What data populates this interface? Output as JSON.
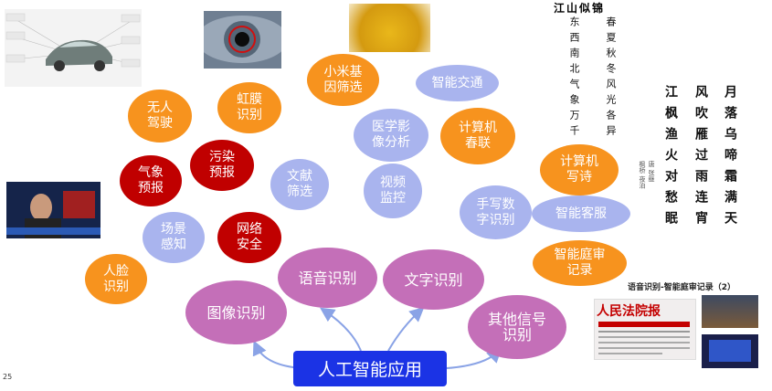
{
  "title": "人工智能应用",
  "page_number": "25",
  "categories": [
    "图像识别",
    "语音识别",
    "文字识别",
    "其他信号\n识别"
  ],
  "image_apps": [
    "人脸\n识别",
    "场景\n感知",
    "气象\n预报",
    "网络\n安全",
    "污染\n预报",
    "无人\n驾驶",
    "虹膜\n识别"
  ],
  "text_apps": [
    "文献\n筛选",
    "医学影\n像分析",
    "视频\n监控",
    "小米基\n因筛选",
    "智能交通",
    "计算机\n春联",
    "手写数\n字识别",
    "智能客服",
    "计算机\n写诗",
    "智能庭审\n记录"
  ],
  "poem_left": {
    "title": "江山似锦",
    "lines": [
      "东西南北气象万千",
      "春夏秋冬风光各异"
    ]
  },
  "poem_right": {
    "lines": [
      "月落乌啼霜满天",
      "风吹雁过雨连宵",
      "江枫渔火对愁眠"
    ],
    "author_a": "唐 张继",
    "author_b": "枫桥 夜泊"
  },
  "court_caption": "语音识别-智能庭审记录（2）",
  "newspaper_title": "人民法院报",
  "colors": {
    "orange": "#f7931e",
    "red": "#c00000",
    "lavender": "#a9b4ee",
    "purple": "#c46fb8",
    "blue": "#1b33e5"
  }
}
